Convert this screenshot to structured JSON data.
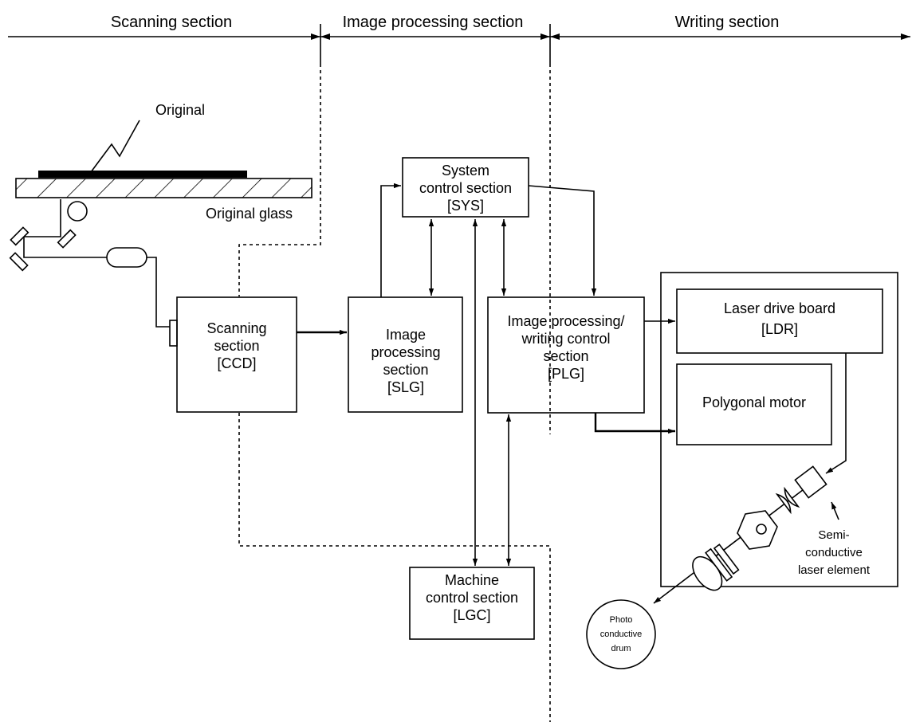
{
  "sections": {
    "scanning": "Scanning section",
    "image_processing": "Image processing section",
    "writing": "Writing section"
  },
  "labels": {
    "original": "Original",
    "original_glass": "Original glass"
  },
  "blocks": {
    "sys": [
      "System",
      "control  section",
      "[SYS]"
    ],
    "ccd": [
      "Scanning",
      "section",
      "[CCD]"
    ],
    "slg": [
      "Image",
      "processing",
      "section",
      "[SLG]"
    ],
    "plg": [
      "Image processing/",
      "writing control",
      "section",
      "[PLG]"
    ],
    "ldr": [
      "Laser drive board",
      "[LDR]"
    ],
    "polygonal_motor": [
      "Polygonal motor"
    ],
    "lgc": [
      "Machine",
      "control section",
      "[LGC]"
    ]
  },
  "components": {
    "laser_element": [
      "Semi-",
      "conductive",
      "laser element"
    ],
    "drum": [
      "Photo",
      "conductive",
      "drum"
    ]
  }
}
